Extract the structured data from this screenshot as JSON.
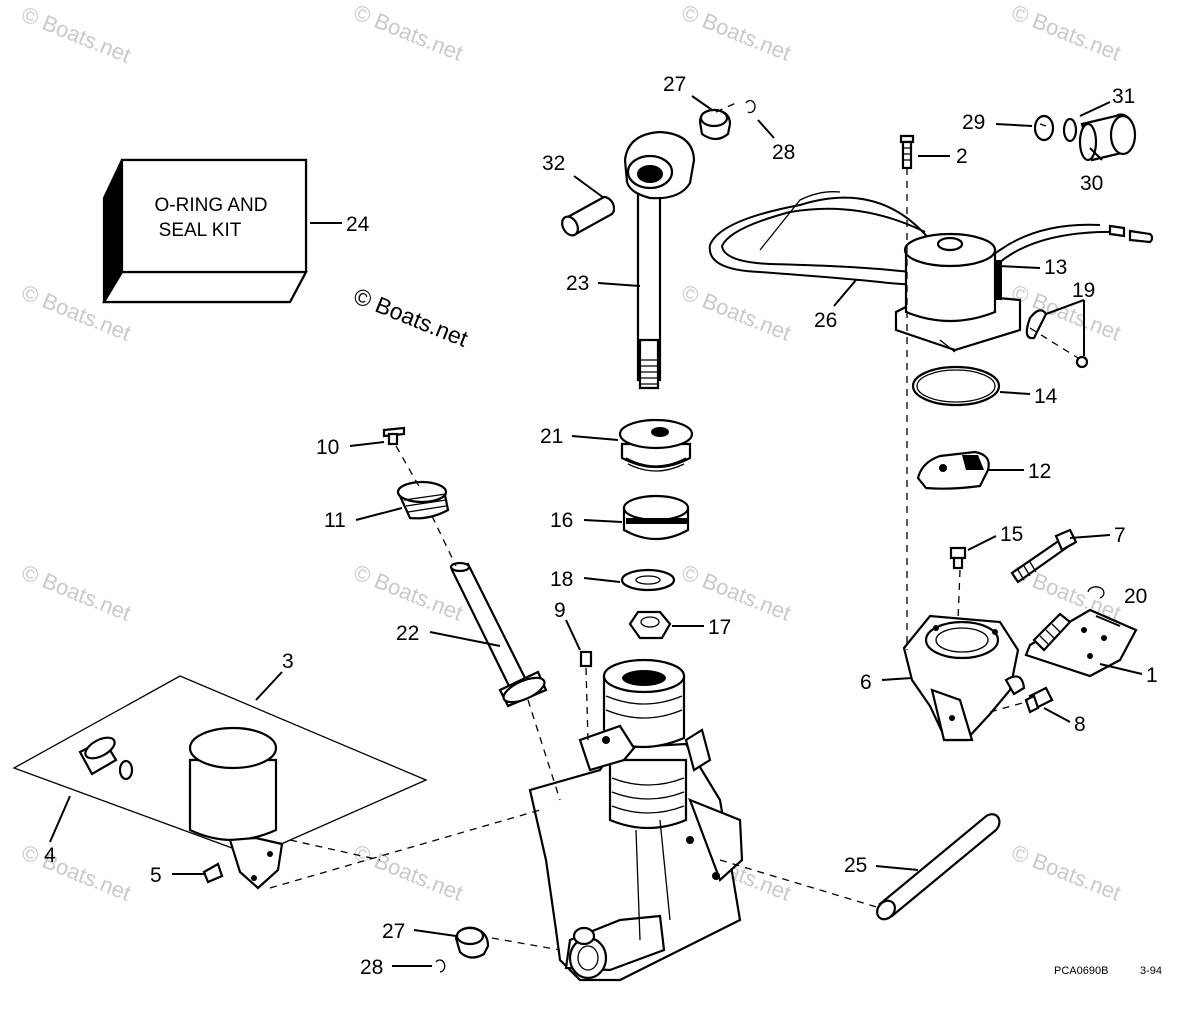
{
  "diagram": {
    "kit_box": {
      "line1": "O-RING AND",
      "line2": "SEAL KIT"
    },
    "center_watermark": "© Boats.net",
    "footer": {
      "code": "PCA0690B",
      "date": "3-94"
    },
    "watermark_text": "© Boats.net",
    "callouts": {
      "c1": "1",
      "c2": "2",
      "c3": "3",
      "c4": "4",
      "c5": "5",
      "c6": "6",
      "c7": "7",
      "c8": "8",
      "c9": "9",
      "c10": "10",
      "c11": "11",
      "c12": "12",
      "c13": "13",
      "c14": "14",
      "c15": "15",
      "c16": "16",
      "c17": "17",
      "c18": "18",
      "c19": "19",
      "c20": "20",
      "c21": "21",
      "c22": "22",
      "c23": "23",
      "c24": "24",
      "c25": "25",
      "c26": "26",
      "c27a": "27",
      "c27b": "27",
      "c28a": "28",
      "c28b": "28",
      "c29": "29",
      "c30": "30",
      "c31": "31",
      "c32": "32"
    }
  }
}
